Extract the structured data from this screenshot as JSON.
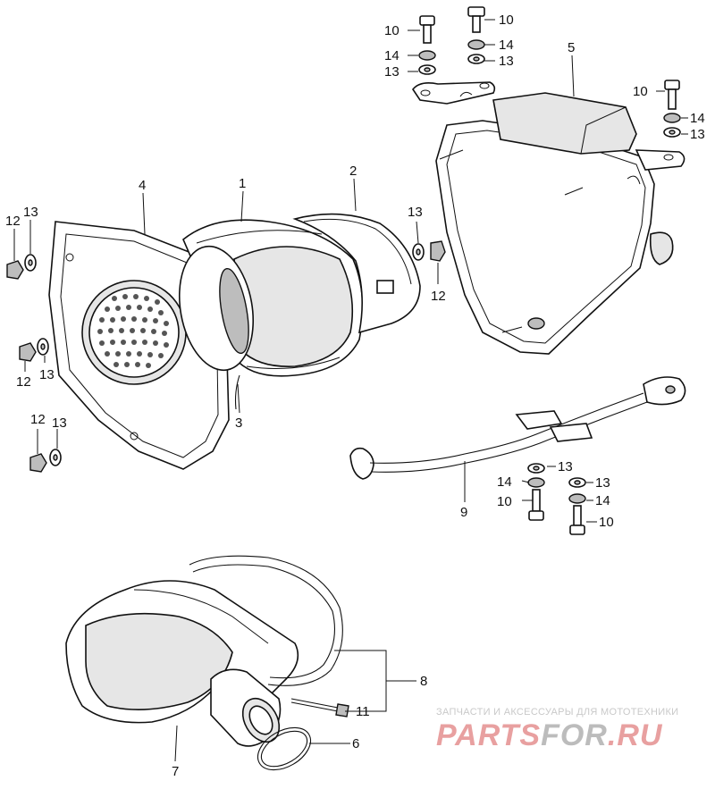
{
  "labels": {
    "p1": "1",
    "p2": "2",
    "p3": "3",
    "p4": "4",
    "p5": "5",
    "p6": "6",
    "p7": "7",
    "p8": "8",
    "p9": "9",
    "p10": "10",
    "p11": "11",
    "p12": "12",
    "p13": "13",
    "p14": "14"
  },
  "watermark": {
    "tagline": "ЗАПЧАСТИ И АКСЕССУАРЫ ДЛЯ МОТОТЕХНИКИ",
    "brand_a": "PARTS",
    "brand_b": "FOR",
    "brand_c": ".RU",
    "color_red": "#e8a0a0",
    "color_grey": "#bcbcbc"
  }
}
